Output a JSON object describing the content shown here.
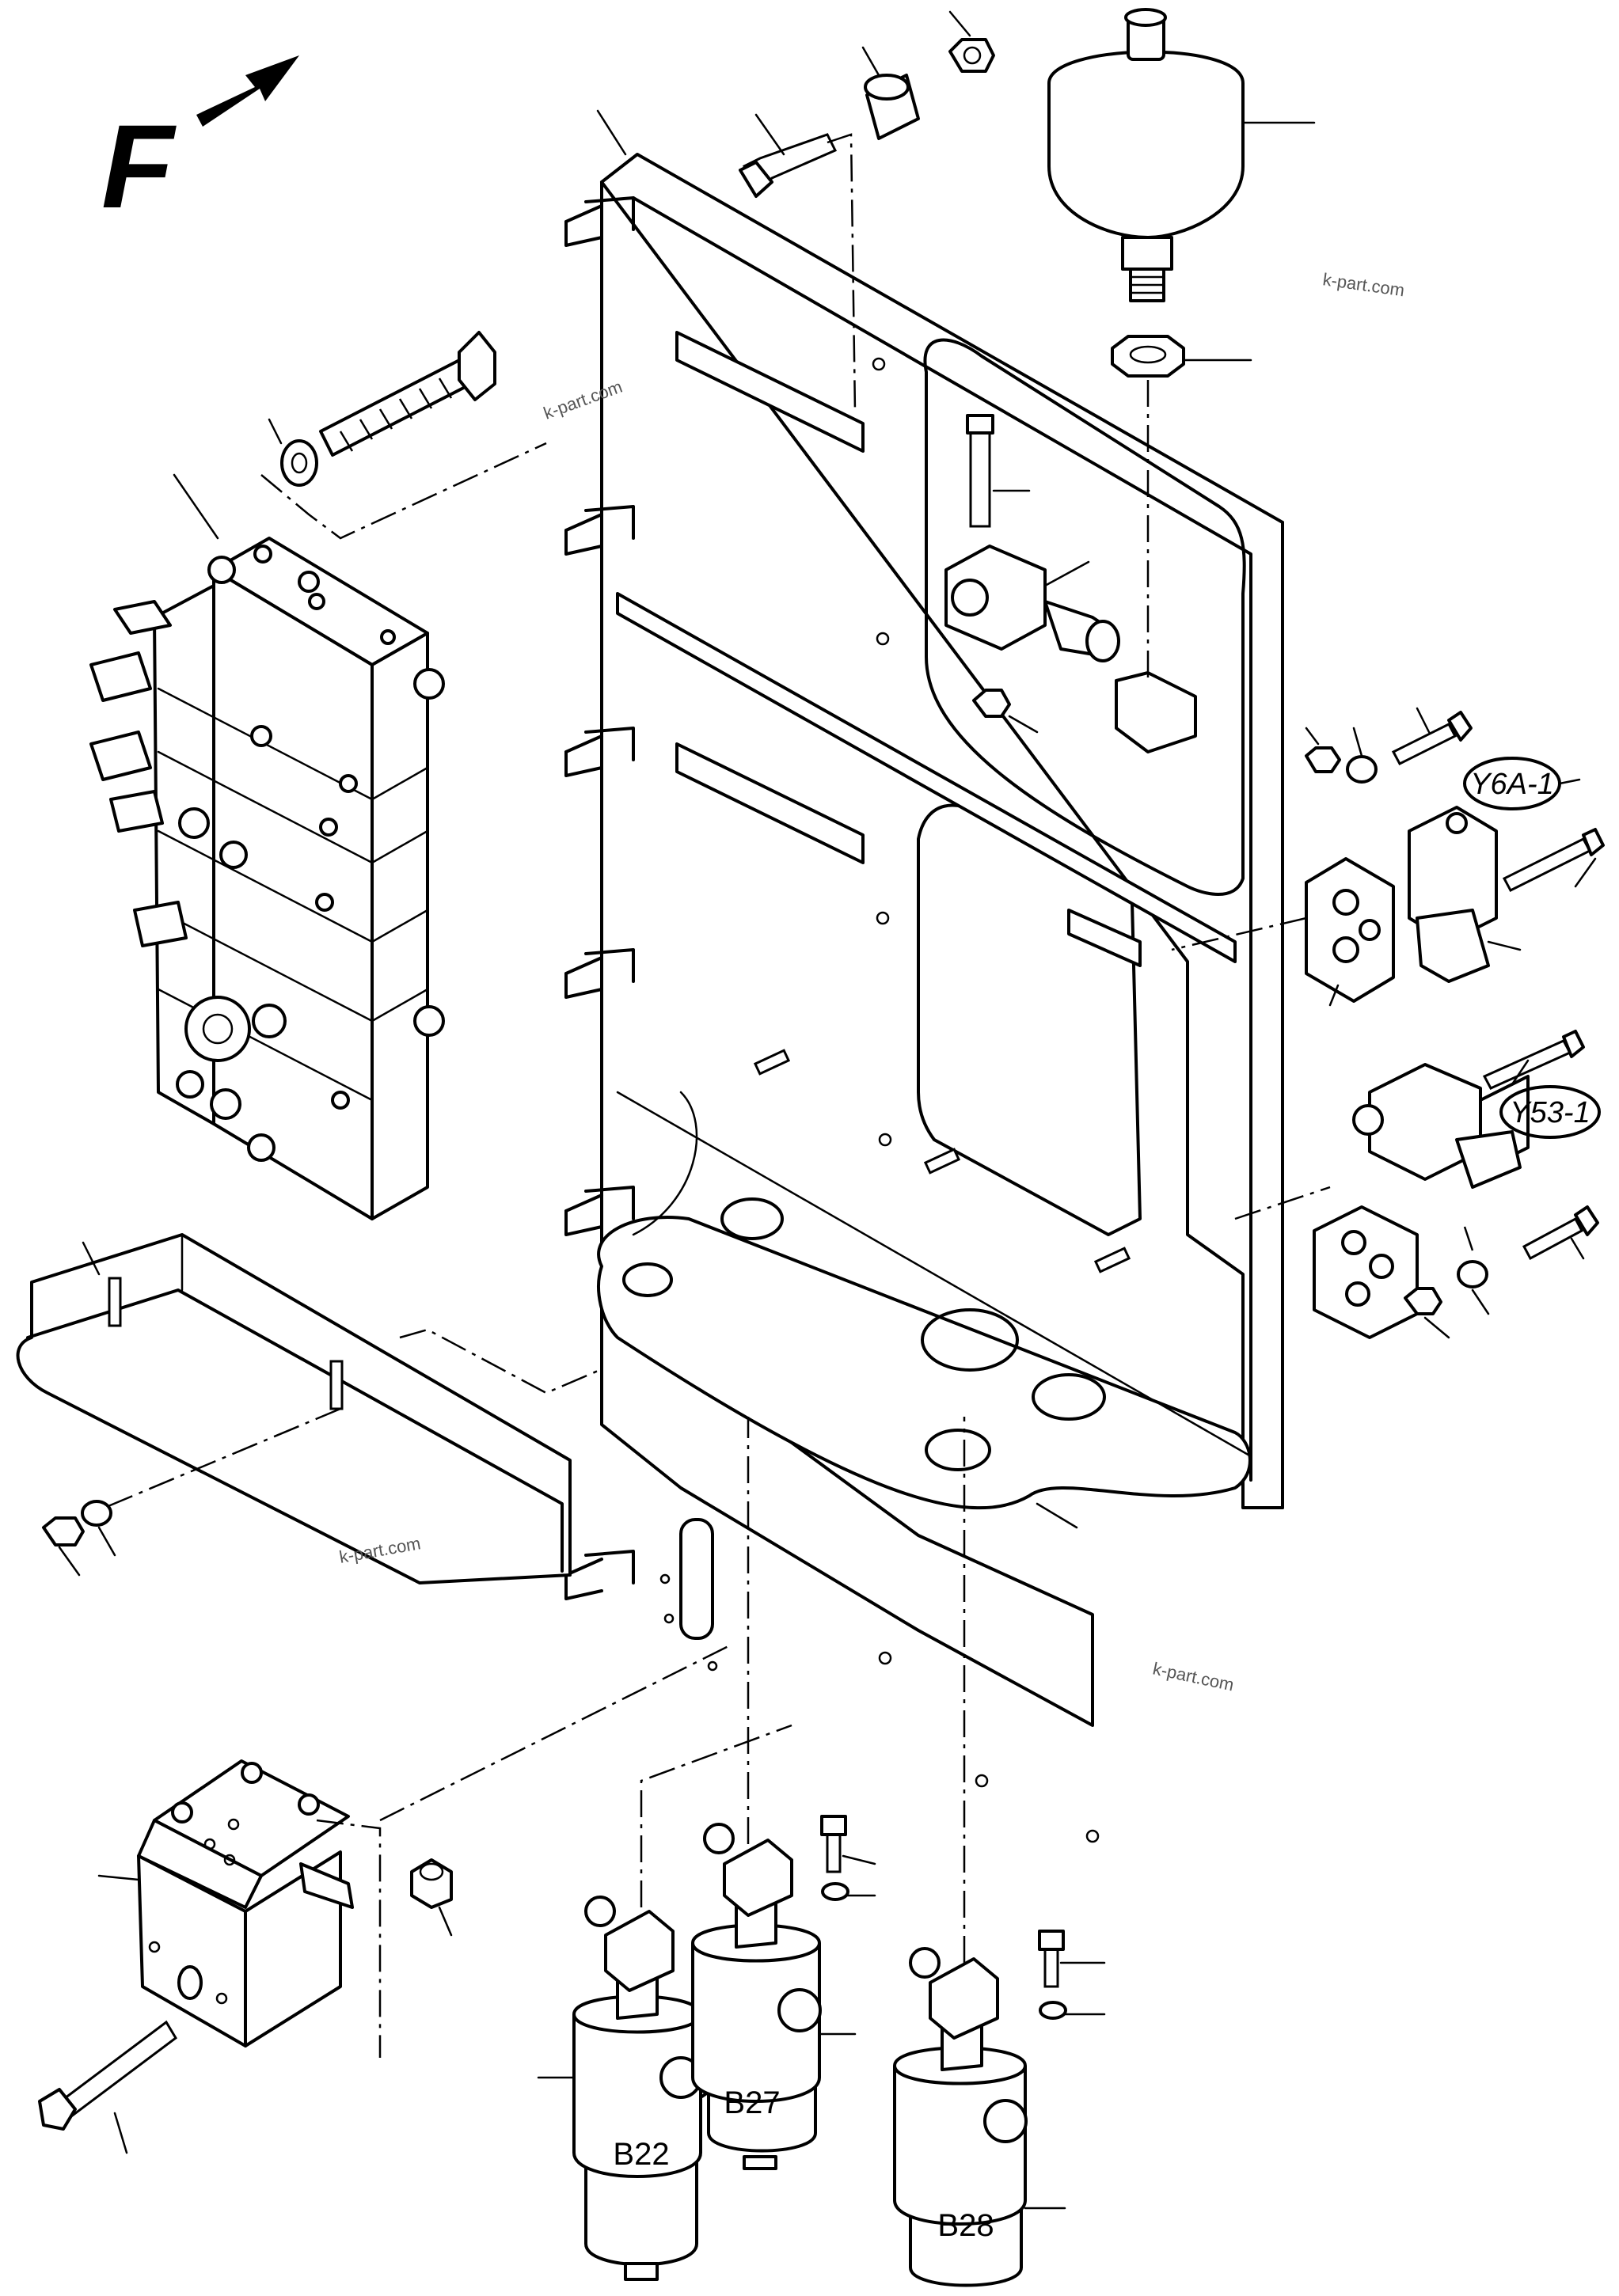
{
  "diagram": {
    "direction_marker": "F",
    "component_labels": {
      "y6a": "Y6A-1",
      "y53": "Y53-1",
      "b22": "B22",
      "b27": "B27",
      "b28": "B28"
    },
    "watermarks": [
      "k-part.com",
      "k-part.com",
      "k-part.com",
      "k-part.com"
    ]
  }
}
